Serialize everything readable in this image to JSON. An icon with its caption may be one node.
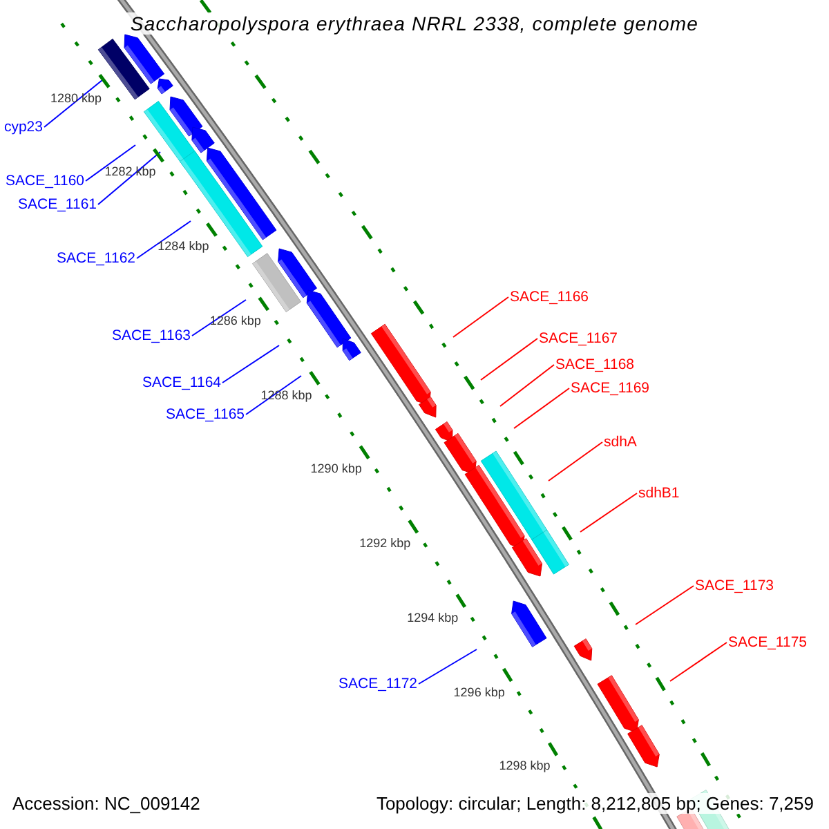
{
  "diagram": {
    "title": "Saccharopolyspora erythraea NRRL 2338, complete genome",
    "nodes": [
      {
        "text": [
          "cyp23"
        ]
      },
      {
        "text": [
          "SACE_1160"
        ]
      },
      {
        "text": [
          "SACE_1161"
        ]
      },
      {
        "text": [
          "SACE_1162"
        ]
      },
      {
        "text": [
          "SACE_1163"
        ]
      },
      {
        "text": [
          "SACE_1164"
        ]
      },
      {
        "text": [
          "SACE_1165"
        ]
      },
      {
        "text": [
          "SACE_1166"
        ]
      },
      {
        "text": [
          "SACE_1167"
        ]
      },
      {
        "text": [
          "SACE_1168"
        ]
      },
      {
        "text": [
          "SACE_1169"
        ]
      },
      {
        "text": [
          "sdhA"
        ]
      },
      {
        "text": [
          "sdhB1"
        ]
      },
      {
        "text": [
          "SACE_1172"
        ]
      },
      {
        "text": [
          "SACE_1173"
        ]
      },
      {
        "text": [
          "SACE_1175"
        ]
      }
    ],
    "edges": [
      {
        "from": 0,
        "to": null,
        "arrow": "none"
      },
      {
        "from": 1,
        "to": null,
        "arrow": "none"
      },
      {
        "from": 2,
        "to": null,
        "arrow": "none"
      },
      {
        "from": 3,
        "to": null,
        "arrow": "none"
      },
      {
        "from": 4,
        "to": null,
        "arrow": "none"
      },
      {
        "from": 5,
        "to": null,
        "arrow": "none"
      },
      {
        "from": 6,
        "to": null,
        "arrow": "none"
      },
      {
        "from": 7,
        "to": null,
        "arrow": "none",
        "color": "#ff0000"
      },
      {
        "from": 8,
        "to": null,
        "arrow": "none",
        "color": "#ff0000"
      },
      {
        "from": 9,
        "to": null,
        "arrow": "none",
        "color": "#ff0000"
      },
      {
        "from": 10,
        "to": null,
        "arrow": "none",
        "color": "#ff0000"
      },
      {
        "from": 11,
        "to": null,
        "arrow": "none",
        "color": "#ff0000"
      },
      {
        "from": 12,
        "to": null,
        "arrow": "none",
        "color": "#ff0000"
      },
      {
        "from": 13,
        "to": null,
        "arrow": "none"
      },
      {
        "from": 14,
        "to": null,
        "arrow": "none",
        "color": "#ff0000"
      },
      {
        "from": 15,
        "to": null,
        "arrow": "none",
        "color": "#ff0000"
      }
    ],
    "labels": [
      "1280 kbp",
      "1282 kbp",
      "1284 kbp",
      "1286 kbp",
      "1288 kbp",
      "1290 kbp",
      "1292 kbp",
      "1294 kbp",
      "1296 kbp",
      "1298 kbp",
      "Accession: NC_009142",
      "Topology: circular; Length: 8,212,805 bp; Genes: 7,259"
    ]
  }
}
